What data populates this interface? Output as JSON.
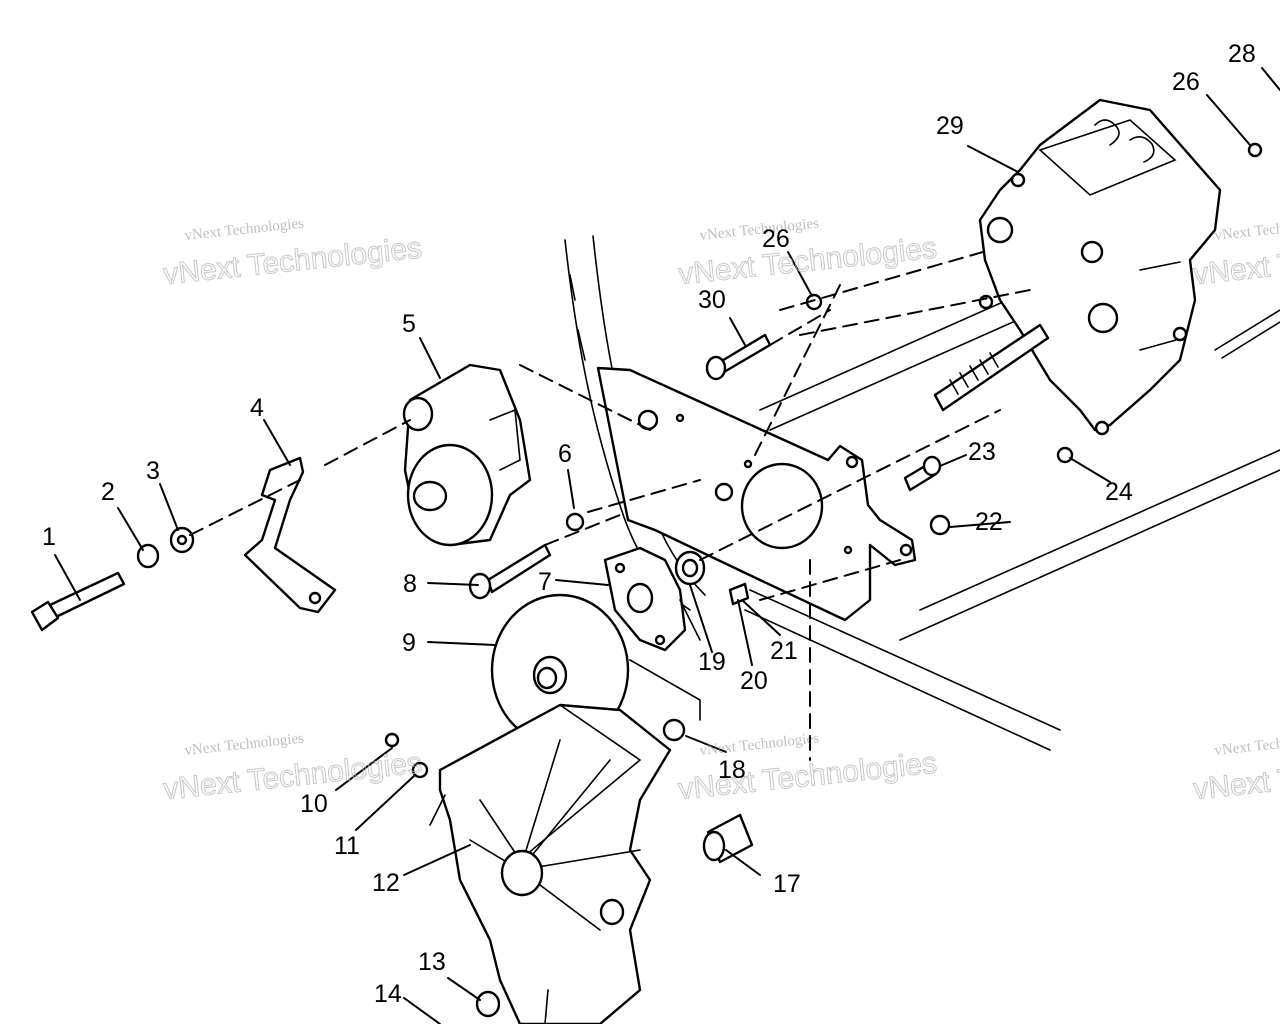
{
  "diagram": {
    "callouts": [
      "1",
      "2",
      "3",
      "4",
      "5",
      "6",
      "7",
      "8",
      "9",
      "10",
      "11",
      "12",
      "13",
      "14",
      "17",
      "18",
      "19",
      "20",
      "21",
      "22",
      "23",
      "24",
      "26",
      "26",
      "28",
      "29",
      "30"
    ],
    "watermark": {
      "small": "vNext Technologies",
      "large": "vNext Technologies"
    }
  }
}
